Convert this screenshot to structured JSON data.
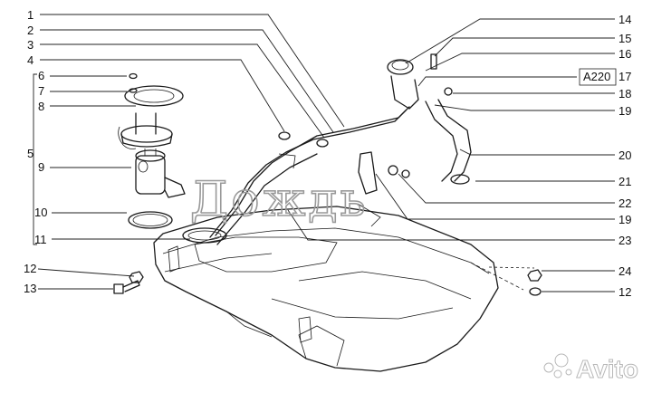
{
  "diagram": {
    "callouts_left": [
      "1",
      "2",
      "3",
      "4",
      "6",
      "7",
      "8",
      "5",
      "9",
      "10",
      "11",
      "12",
      "13"
    ],
    "callouts_right": [
      "14",
      "15",
      "16",
      "A220",
      "17",
      "18",
      "19",
      "20",
      "21",
      "22",
      "19",
      "23",
      "24",
      "12"
    ]
  },
  "watermark": {
    "text": "Дождь",
    "brand": "Avito"
  },
  "colors": {
    "line": "#1a1a1a",
    "watermark": "#9a9a9a",
    "background": "#ffffff"
  }
}
